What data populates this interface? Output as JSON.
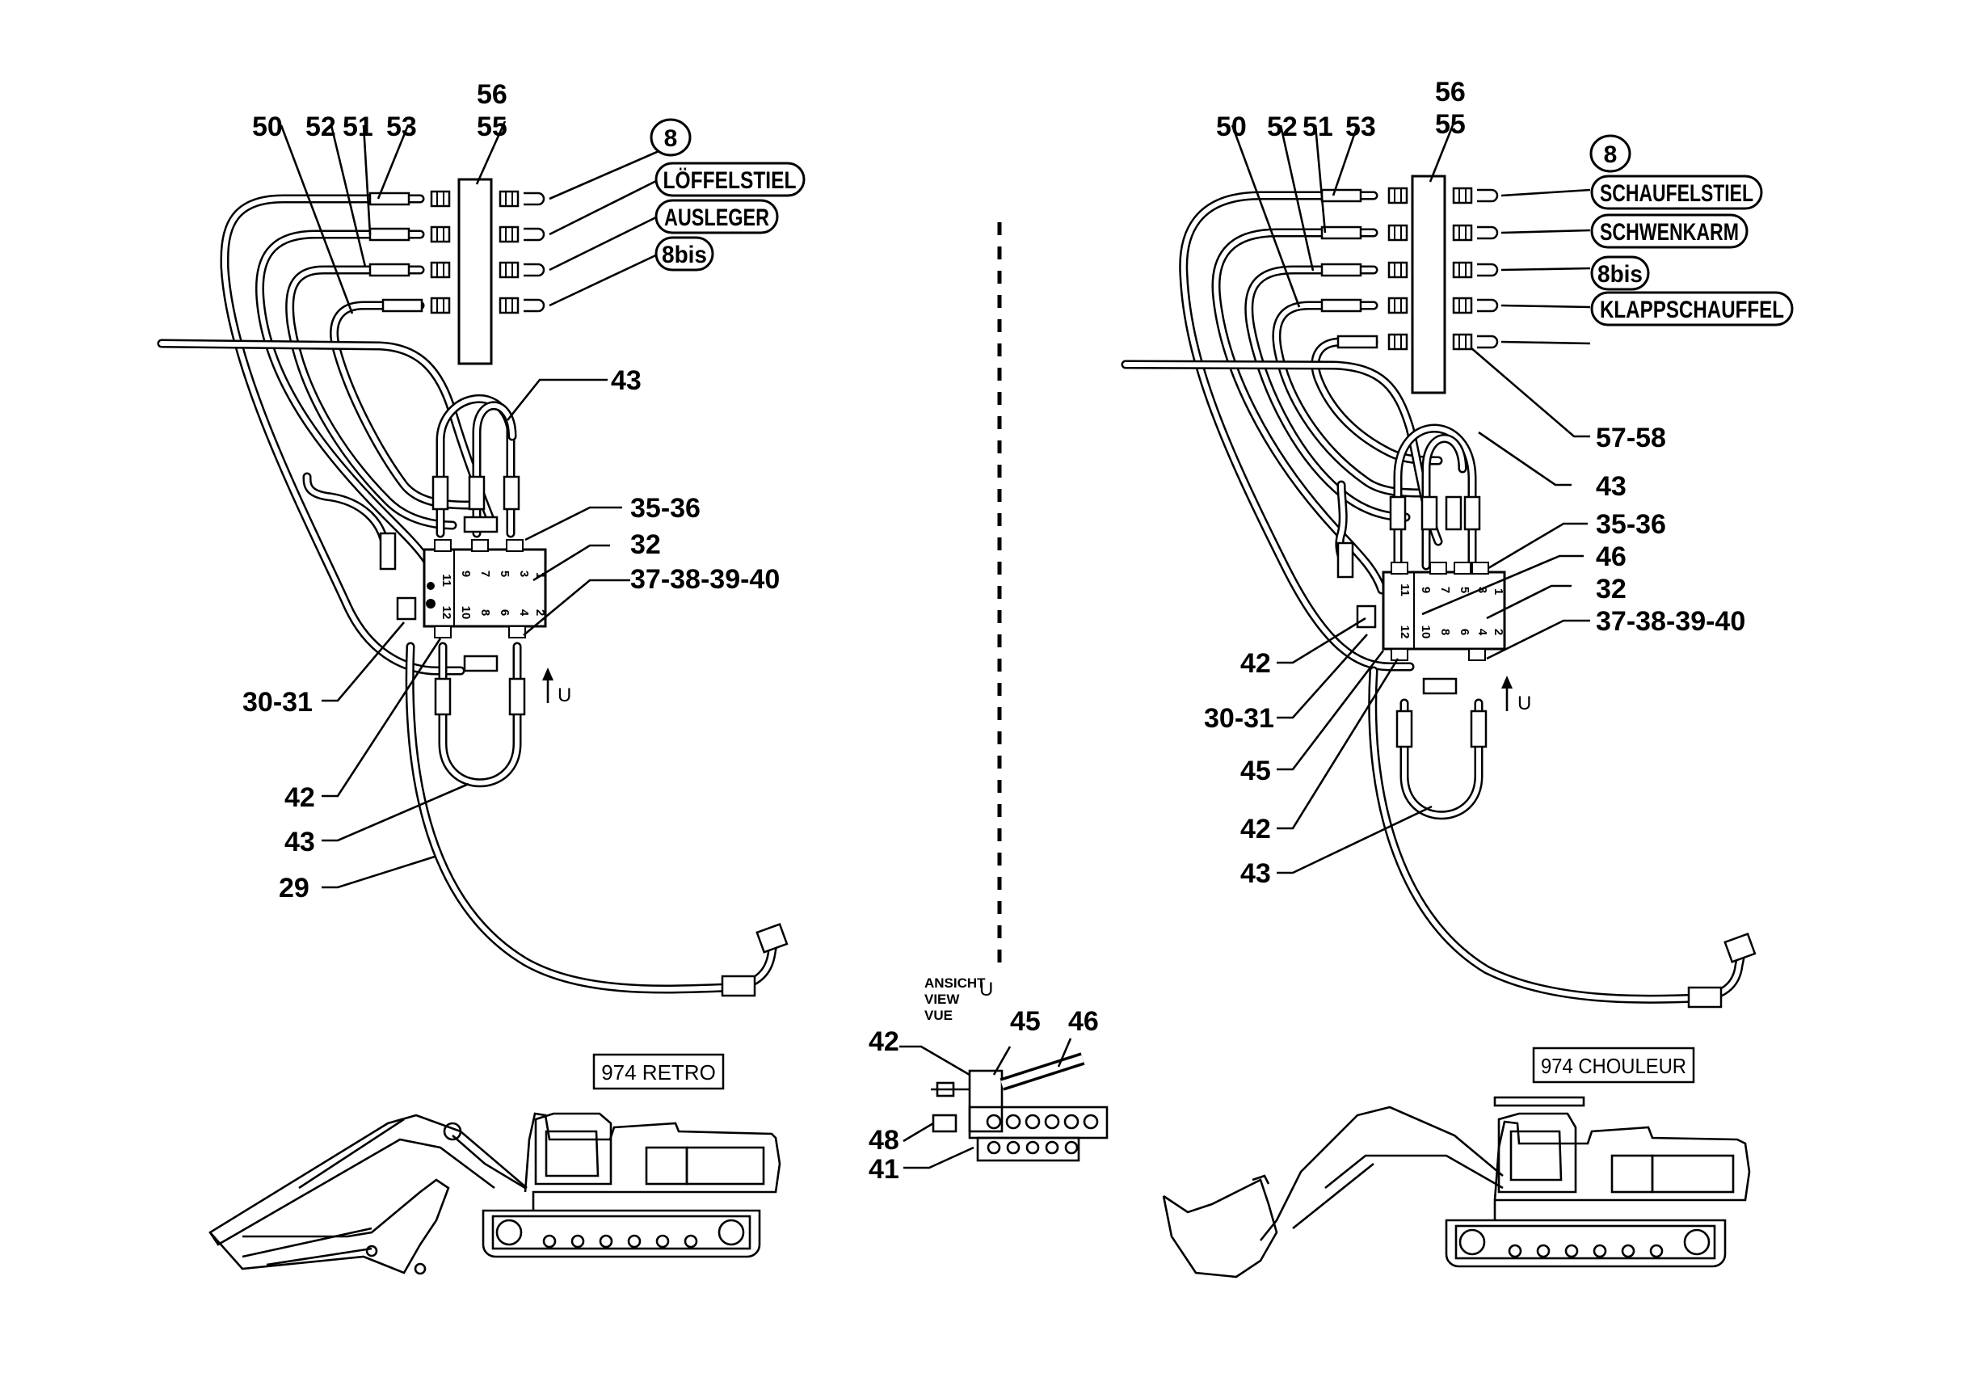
{
  "left": {
    "labels": {
      "l56": "56",
      "l55": "55",
      "l50": "50",
      "l52": "52",
      "l51": "51",
      "l53": "53",
      "l43a": "43",
      "l3536": "35-36",
      "l32": "32",
      "l37": "37-38-39-40",
      "l3031": "30-31",
      "l42": "42",
      "l43b": "43",
      "l29": "29",
      "view": "U"
    },
    "tags": {
      "t8": "8",
      "t1": "LÖFFELSTIEL",
      "t2": "AUSLEGER",
      "t3": "8bis"
    },
    "model": "974 RETRO"
  },
  "right": {
    "labels": {
      "l56": "56",
      "l55": "55",
      "l50": "50",
      "l52": "52",
      "l51": "51",
      "l53": "53",
      "l5758": "57-58",
      "l43a": "43",
      "l3536": "35-36",
      "l46": "46",
      "l32": "32",
      "l37": "37-38-39-40",
      "l42a": "42",
      "l3031": "30-31",
      "l45": "45",
      "l42b": "42",
      "l43b": "43",
      "view": "U"
    },
    "tags": {
      "t8": "8",
      "t1": "SCHAUFELSTIEL",
      "t2": "SCHWENKARM",
      "t3": "8bis",
      "t4": "KLAPPSCHAUFFEL"
    },
    "model": "974 CHOULEUR"
  },
  "view": {
    "ansicht": "ANSICHT",
    "view": "VIEW",
    "vue": "VUE",
    "letter": "U",
    "labels": {
      "l42": "42",
      "l45": "45",
      "l46": "46",
      "l48": "48",
      "l41": "41"
    }
  },
  "block_ports": {
    "top": [
      "11",
      "9",
      "7",
      "5",
      "3",
      "1"
    ],
    "bottom": [
      "12",
      "10",
      "8",
      "6",
      "4",
      "2"
    ]
  }
}
